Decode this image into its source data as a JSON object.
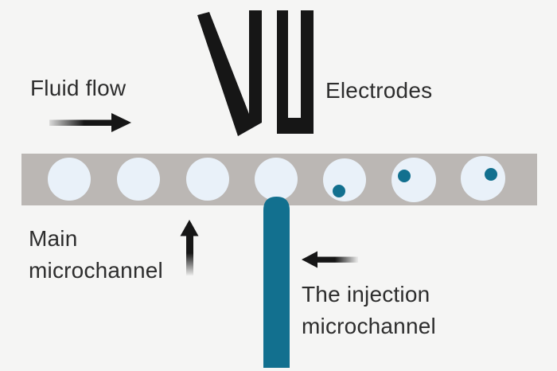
{
  "figure": {
    "labels": {
      "fluid_flow": "Fluid flow",
      "electrodes": "Electrodes",
      "main_microchannel": "Main microchannel",
      "injection_microchannel": "The injection microchannel"
    },
    "colors": {
      "background": "#f5f5f4",
      "channel_gray": "#bbb7b4",
      "droplet_fill": "#e9f1f9",
      "injection_teal": "#12708f",
      "ink_black": "#161616",
      "text": "#2d2d2d"
    },
    "icons": {
      "fluid_flow_arrow": "arrow-right",
      "main_channel_arrow": "arrow-up",
      "injection_arrow": "arrow-left"
    },
    "content": {
      "droplet_count": 7,
      "droplets_with_injected_dye": 3,
      "electrode_count": 2
    }
  }
}
